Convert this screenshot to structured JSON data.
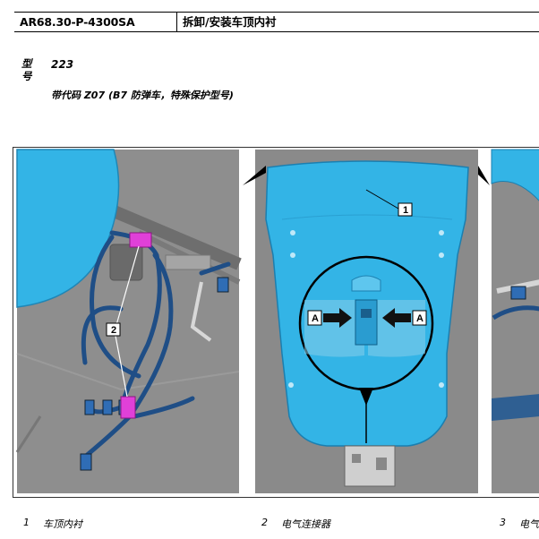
{
  "header": {
    "doc_code": "AR68.30-P-4300SA",
    "doc_title": "拆卸/安装车顶内衬"
  },
  "model": {
    "label": "型号",
    "number": "223",
    "description": "带代码 Z07 (B7 防弹车，特殊保护型号)"
  },
  "figure": {
    "callouts": {
      "c1": "1",
      "c2": "2",
      "arrow_left": "A",
      "arrow_right": "A"
    },
    "colors": {
      "panel_bg": "#8c8c8c",
      "liner_blue": "#33b4e6",
      "wire_blue": "#1f4e86",
      "connector_magenta": "#e040d8"
    }
  },
  "legend": [
    {
      "number": "1",
      "text": "车顶内衬"
    },
    {
      "number": "2",
      "text": "电气连接器"
    },
    {
      "number": "3",
      "text": "电气"
    }
  ]
}
